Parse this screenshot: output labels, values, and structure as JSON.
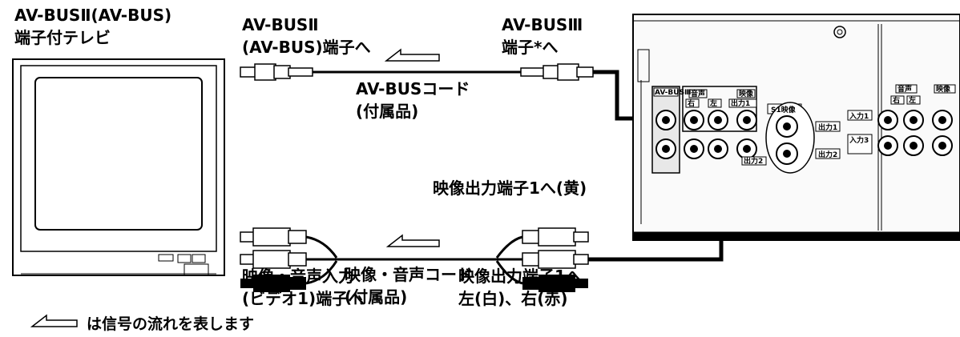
{
  "tv": {
    "label_line1": "AV-BUSⅡ(AV-BUS)",
    "label_line2": "端子付テレビ"
  },
  "av_bus": {
    "tv_side_line1": "AV-BUSⅡ",
    "tv_side_line2": "(AV-BUS)端子へ",
    "recorder_side_line1": "AV-BUSⅢ",
    "recorder_side_line2": "端子*へ",
    "cord_line1": "AV-BUSコード",
    "cord_line2": "(付属品)"
  },
  "av_cord": {
    "top_right": "映像出力端子1へ(黄)",
    "cord_line1": "映像・音声コード",
    "cord_line2": "(付属品)",
    "tv_input_line1": "映像・音声入力",
    "tv_input_line2": "(ビデオ1)端子へ",
    "out_line1": "映像出力端子1へ",
    "out_line2": "左(白)、右(赤)"
  },
  "legend": {
    "text": "は信号の流れを表します"
  },
  "panel": {
    "avbus": "AV-BUSⅢ",
    "audio": "音声",
    "video": "映像",
    "right": "右",
    "left": "左",
    "s1": "S1映像",
    "out1": "出力1",
    "out2": "出力2",
    "in1": "入力1",
    "in3": "入力3",
    "audio_r": "音声",
    "video_r": "映像",
    "right_r": "右",
    "left_r": "左"
  }
}
